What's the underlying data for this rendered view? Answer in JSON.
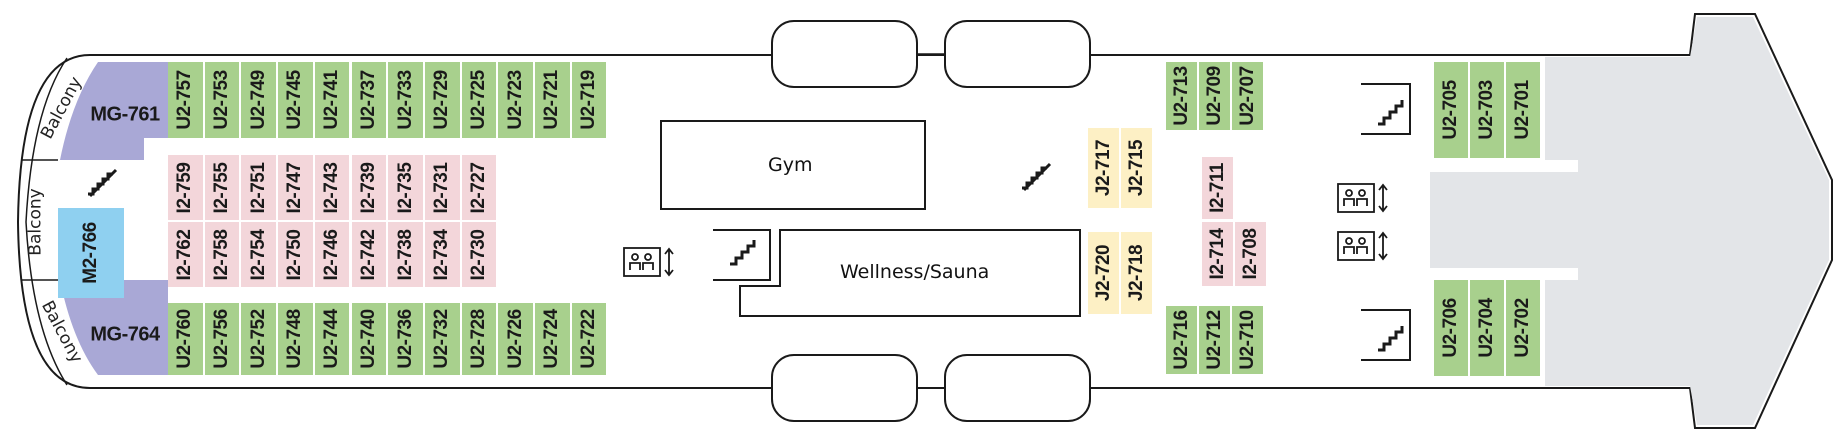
{
  "colors": {
    "outline": "#1a1a1a",
    "green": "#a8d08d",
    "pink": "#f3d6da",
    "yellow": "#fdf0c5",
    "purple": "#a9a8d6",
    "blue": "#8fd0f0",
    "grey": "#e3e5e8",
    "divider": "#ffffff"
  },
  "labels": {
    "gym": "Gym",
    "wellness": "Wellness/Sauna",
    "balcony_top": "Balcony",
    "balcony_mid": "Balcony",
    "balcony_bottom": "Balcony"
  },
  "cabins": {
    "suite_top": "MG-761",
    "suite_mid": "M2-766",
    "suite_bottom": "MG-764",
    "top_row": [
      "U2-757",
      "U2-753",
      "U2-749",
      "U2-745",
      "U2-741",
      "U2-737",
      "U2-733",
      "U2-729",
      "U2-725",
      "U2-723",
      "U2-721",
      "U2-719"
    ],
    "pink_upper": [
      "I2-759",
      "I2-755",
      "I2-751",
      "I2-747",
      "I2-743",
      "I2-739",
      "I2-735",
      "I2-731",
      "I2-727"
    ],
    "pink_lower": [
      "I2-762",
      "I2-758",
      "I2-754",
      "I2-750",
      "I2-746",
      "I2-742",
      "I2-738",
      "I2-734",
      "I2-730"
    ],
    "bottom_row": [
      "U2-760",
      "U2-756",
      "U2-752",
      "U2-748",
      "U2-744",
      "U2-740",
      "U2-736",
      "U2-732",
      "U2-728",
      "U2-726",
      "U2-724",
      "U2-722"
    ],
    "mid_top": [
      "U2-713",
      "U2-709",
      "U2-707"
    ],
    "mid_bottom": [
      "U2-716",
      "U2-712",
      "U2-710"
    ],
    "yellow_top": [
      "J2-717",
      "J2-715"
    ],
    "yellow_bottom": [
      "J2-720",
      "J2-718"
    ],
    "pink_mid_top": [
      "I2-711"
    ],
    "pink_mid_bottom": [
      "I2-714",
      "I2-708"
    ],
    "fore_top": [
      "U2-705",
      "U2-703",
      "U2-701"
    ],
    "fore_bottom": [
      "U2-706",
      "U2-704",
      "U2-702"
    ]
  },
  "icons": [
    "stairs-icon",
    "elevator-icon"
  ]
}
